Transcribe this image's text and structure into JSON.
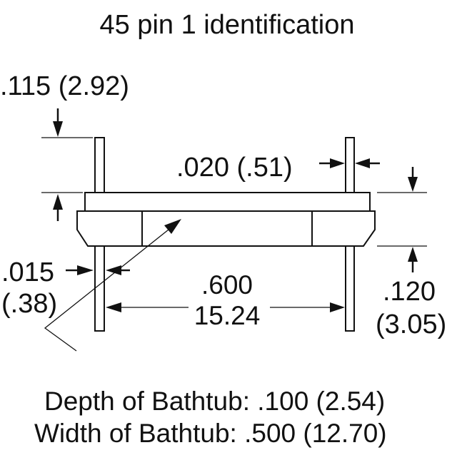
{
  "title": "45 pin 1 identification",
  "dims": {
    "top_offset": ".115 (2.92)",
    "pin_width": ".020 (.51)",
    "left_pin_a": ".015",
    "left_pin_b": "(.38)",
    "span_in": ".600",
    "span_mm": "15.24",
    "right_a": ".120",
    "right_b": "(3.05)"
  },
  "notes": {
    "depth": "Depth of Bathtub: .100 (2.54)",
    "width": "Width of Bathtub: .500 (12.70)"
  },
  "colors": {
    "ink": "#111111",
    "background": "#ffffff"
  }
}
